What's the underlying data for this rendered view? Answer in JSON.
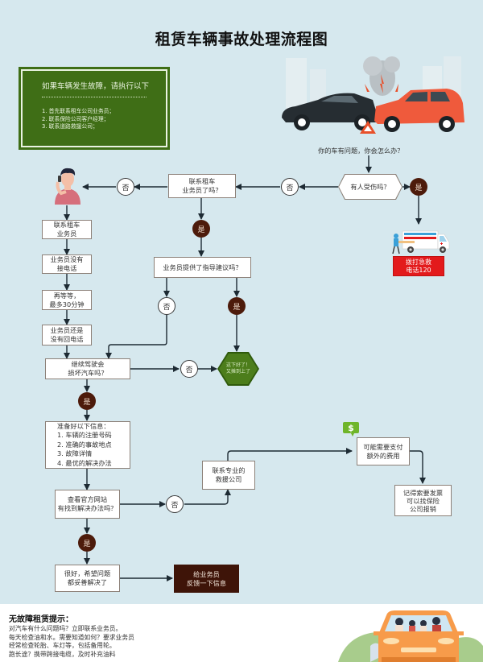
{
  "title": "租赁车辆事故处理流程图",
  "notice": {
    "heading": "如果车辆发生故障，请执行以下",
    "items": [
      "1. 首先联系租车公司业务员；",
      "2. 联系保险公司客户经理；",
      "3. 联系道路救援公司；"
    ]
  },
  "illustrations": {
    "crash": "car-crash-illustration",
    "person": "person-on-phone-illustration",
    "ambulance": "ambulance-illustration",
    "family_car": "family-car-illustration",
    "dollar": "dollar-icon"
  },
  "flow": {
    "start_question": "你的车有问题，你会怎么办？",
    "injured": "有人受伤吗？",
    "call_emergency": "拨打急救\n电话120",
    "contacted_agent": "联系租车\n业务员了吗？",
    "agent_advice": "业务员提供了指导建议吗？",
    "contact_agent": "联系租车\n业务员",
    "no_answer": "业务员没有\n接电话",
    "wait": "再等等，\n最多30分钟",
    "no_callback": "业务员还是\n没有回电话",
    "continue_damage": "继续驾驶会\n损坏汽车吗？",
    "good_end": "这下好了！\n又摊到上了",
    "prepare_info": "准备好以下信息：\n1. 车辆的注册号码\n2. 准确的事故地点\n3. 故障详情\n4. 最优的解决办法",
    "check_website": "查看官方网站\n有找到解决办法吗？",
    "contact_rescue": "联系专业的\n救援公司",
    "extra_fee": "可能需要支付\n额外的费用",
    "invoice": "记得索要发票\n可以找保险\n公司报销",
    "resolved": "很好，希望问题\n都妥善解决了",
    "feedback": "给业务员\n反馈一下信息",
    "yes": "是",
    "no": "否"
  },
  "footer": {
    "heading": "无故障租赁提示：",
    "lines": "对汽车有什么问题吗？立即联系业务员。\n每天检查油和水。需要知道如何？要求业务员\n经常检查轮胎、车灯等，包括备用轮。\n跑长途？携带跨接电缆，及时补充油料"
  },
  "colors": {
    "background": "#d6e8ee",
    "notice_green": "#3f6e16",
    "yes_brown": "#4d1b0b",
    "emergency_red": "#e31a1c",
    "hex_green": "#4c7d1b"
  }
}
